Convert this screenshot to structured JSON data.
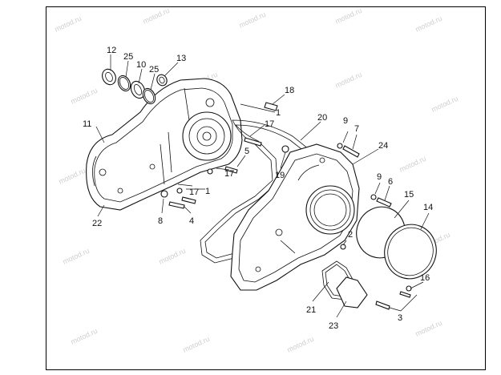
{
  "diagram": {
    "watermark_text": "motod.ru",
    "callouts": [
      "12",
      "25",
      "10",
      "25",
      "13",
      "18",
      "1",
      "11",
      "17",
      "20",
      "9",
      "7",
      "5",
      "24",
      "17",
      "19",
      "1",
      "17",
      "9",
      "6",
      "15",
      "14",
      "8",
      "4",
      "22",
      "2",
      "16",
      "21",
      "23",
      "3"
    ]
  }
}
